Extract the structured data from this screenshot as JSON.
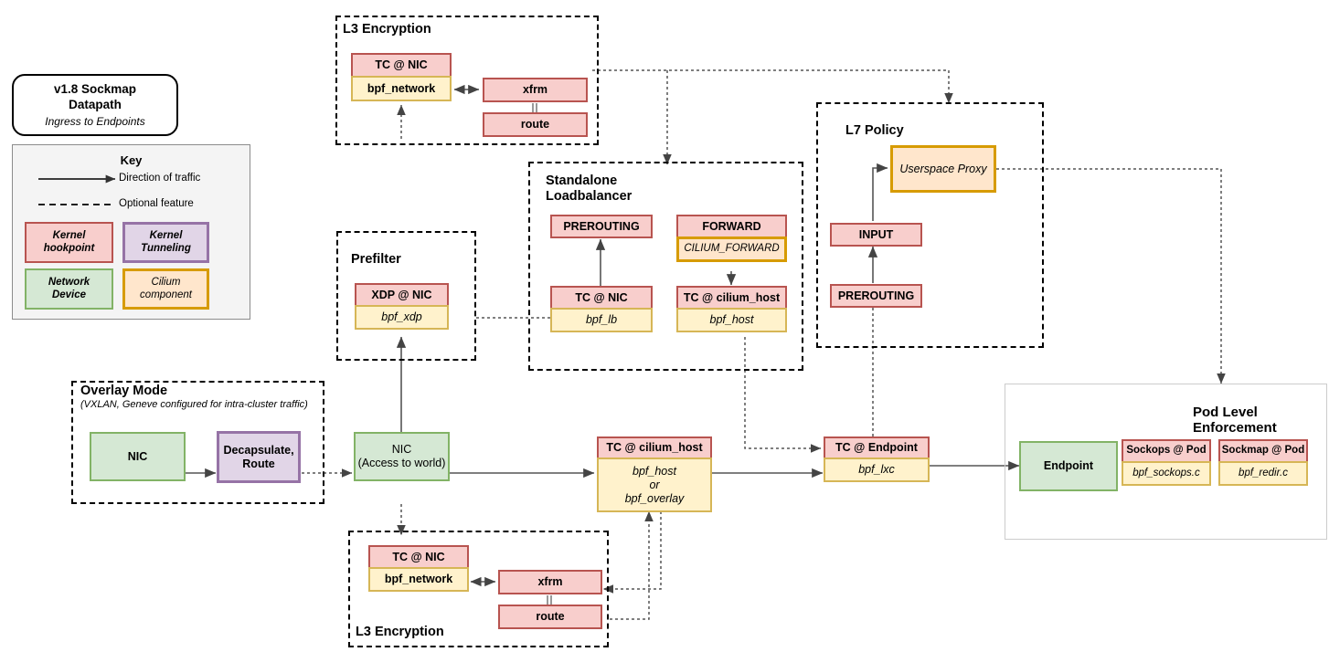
{
  "title_card": {
    "title": "v1.8 Sockmap\nDatapath",
    "subtitle": "Ingress to Endpoints"
  },
  "key": {
    "title": "Key",
    "legend_lines": [
      {
        "style": "solid",
        "label": "Direction of traffic"
      },
      {
        "style": "dashed",
        "label": "Optional feature"
      }
    ],
    "swatches": [
      {
        "label": "Kernel\nhookpoint",
        "kind": "hook"
      },
      {
        "label": "Kernel\nTunneling",
        "kind": "tunnel"
      },
      {
        "label": "Network\nDevice",
        "kind": "netdev"
      },
      {
        "label": "Cilium\ncomponent",
        "kind": "cilium"
      }
    ]
  },
  "groups": {
    "l3_encryption_top": {
      "title": "L3 Encryption"
    },
    "l3_encryption_bottom": {
      "title": "L3 Encryption"
    },
    "prefilter": {
      "title": "Prefilter"
    },
    "standalone_lb": {
      "title": "Standalone\nLoadbalancer"
    },
    "l7_policy": {
      "title": "L7 Policy"
    },
    "overlay_mode": {
      "title": "Overlay Mode",
      "subtitle": "(VXLAN, Geneve configured for intra-cluster traffic)"
    },
    "pod_level": {
      "title": "Pod Level\nEnforcement"
    }
  },
  "nodes": {
    "l3top_tc_nic": "TC @ NIC",
    "l3top_bpf_network": "bpf_network",
    "l3top_xfrm": "xfrm",
    "l3top_route": "route",
    "l3bot_tc_nic": "TC @ NIC",
    "l3bot_bpf_network": "bpf_network",
    "l3bot_xfrm": "xfrm",
    "l3bot_route": "route",
    "prefilter_xdp_nic": "XDP @ NIC",
    "prefilter_bpf_xdp": "bpf_xdp",
    "lb_prerouting": "PREROUTING",
    "lb_tc_nic": "TC @ NIC",
    "lb_bpf_lb": "bpf_lb",
    "lb_forward": "FORWARD",
    "lb_cilium_forward": "CILIUM_FORWARD",
    "lb_tc_cilium_host": "TC @ cilium_host",
    "lb_bpf_host": "bpf_host",
    "l7_userspace_proxy": "Userspace Proxy",
    "l7_input": "INPUT",
    "l7_prerouting": "PREROUTING",
    "overlay_nic": "NIC",
    "overlay_decap": "Decapsulate,\nRoute",
    "nic_world": "NIC\n(Access to world)",
    "main_tc_cilium_host": "TC @ cilium_host",
    "main_bpf_host": "bpf_host\nor\nbpf_overlay",
    "main_tc_endpoint": "TC @ Endpoint",
    "main_bpf_lxc": "bpf_lxc",
    "pod_endpoint": "Endpoint",
    "pod_sockops": "Sockops @ Pod",
    "pod_bpf_sockops": "bpf_sockops.c",
    "pod_sockmap": "Sockmap @ Pod",
    "pod_bpf_redir": "bpf_redir.c"
  },
  "colors": {
    "kernel_hookpoint_fill": "#f8cecc",
    "kernel_hookpoint_border": "#b85450",
    "cilium_fill": "#fff2cc",
    "cilium_border": "#d6b656",
    "cilium_orange_fill": "#ffe6cc",
    "cilium_orange_border": "#d79b00",
    "network_device_fill": "#d5e8d4",
    "network_device_border": "#82b366",
    "tunneling_fill": "#e1d5e7",
    "tunneling_border": "#9673a6",
    "line": "#555555",
    "dashed_group": "#000000"
  }
}
